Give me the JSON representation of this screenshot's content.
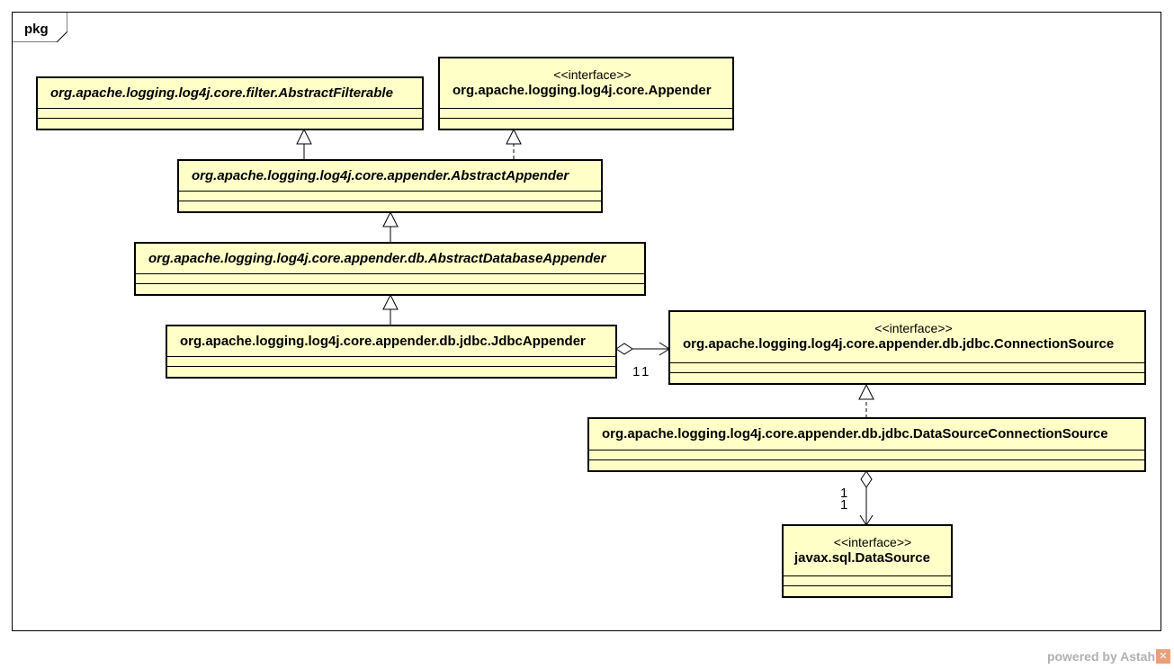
{
  "frame": {
    "label": "pkg"
  },
  "classes": {
    "abstract_filterable": {
      "name": "org.apache.logging.log4j.core.filter.AbstractFilterable"
    },
    "appender": {
      "stereotype": "<<interface>>",
      "name": "org.apache.logging.log4j.core.Appender"
    },
    "abstract_appender": {
      "name": "org.apache.logging.log4j.core.appender.AbstractAppender"
    },
    "abstract_database_appender": {
      "name": "org.apache.logging.log4j.core.appender.db.AbstractDatabaseAppender"
    },
    "jdbc_appender": {
      "name": "org.apache.logging.log4j.core.appender.db.jdbc.JdbcAppender"
    },
    "connection_source": {
      "stereotype": "<<interface>>",
      "name": "org.apache.logging.log4j.core.appender.db.jdbc.ConnectionSource"
    },
    "datasource_connection_source": {
      "name": "org.apache.logging.log4j.core.appender.db.jdbc.DataSourceConnectionSource"
    },
    "datasource": {
      "stereotype": "<<interface>>",
      "name": "javax.sql.DataSource"
    }
  },
  "multiplicities": {
    "jdbc_source_end": "1",
    "jdbc_target_end": "1",
    "ds_source_end": "1",
    "ds_target_end": "1"
  },
  "footer": {
    "text": "powered by Astah",
    "logo": "astah-logo-icon"
  }
}
